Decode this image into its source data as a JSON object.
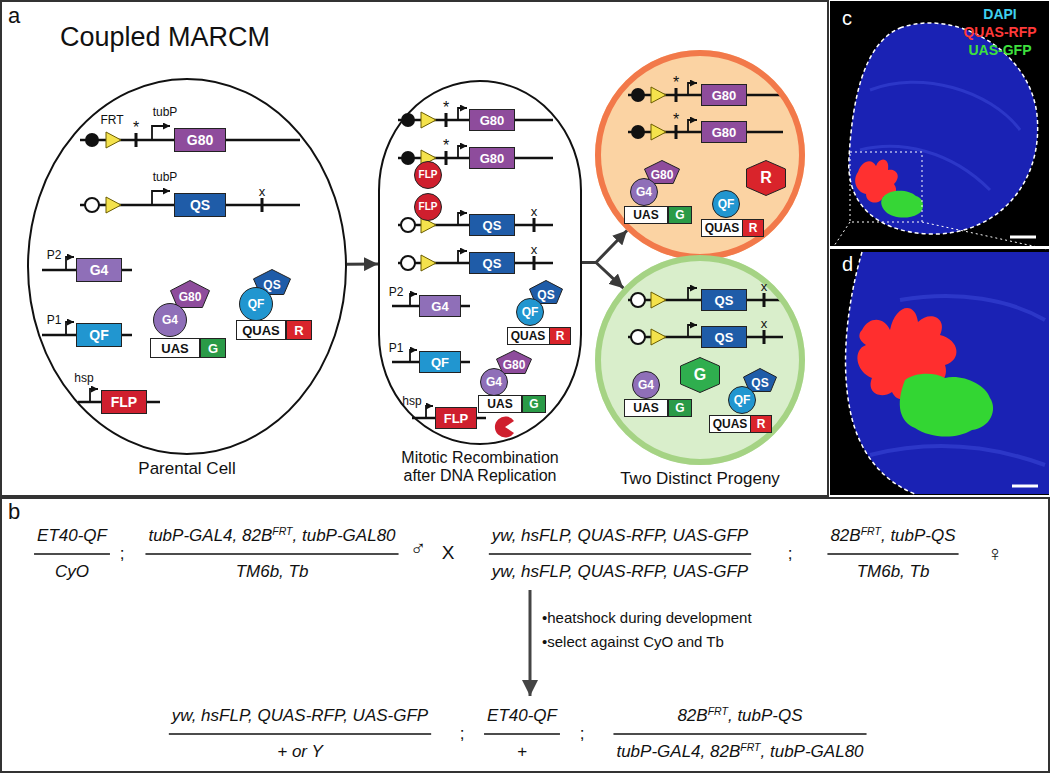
{
  "diagram": {
    "nodes": [
      {
        "text": [
          "Parental Cell"
        ]
      },
      {
        "text": [
          "G80"
        ],
        "in": 0
      },
      {
        "text": [
          "QS"
        ],
        "in": 0
      },
      {
        "text": [
          "G4"
        ],
        "in": 0
      },
      {
        "text": [
          "QF"
        ],
        "in": 0
      },
      {
        "text": [
          "FLP"
        ],
        "in": 0
      },
      {
        "text": [
          "G80"
        ],
        "in": 0
      },
      {
        "text": [
          "G4"
        ],
        "in": 0
      },
      {
        "text": [
          "UAS"
        ],
        "in": 0
      },
      {
        "text": [
          "G"
        ],
        "in": 0
      },
      {
        "text": [
          "QS"
        ],
        "in": 0
      },
      {
        "text": [
          "QF"
        ],
        "in": 0
      },
      {
        "text": [
          "QUAS"
        ],
        "in": 0
      },
      {
        "text": [
          "R"
        ],
        "in": 0
      },
      {
        "text": [
          "Mitotic Recombination after DNA Replication"
        ]
      },
      {
        "text": [
          "G80"
        ],
        "in": 14
      },
      {
        "text": [
          "G80"
        ],
        "in": 14
      },
      {
        "text": [
          "FLP"
        ],
        "in": 14
      },
      {
        "text": [
          "FLP"
        ],
        "in": 14
      },
      {
        "text": [
          "QS"
        ],
        "in": 14
      },
      {
        "text": [
          "QS"
        ],
        "in": 14
      },
      {
        "text": [
          "G4"
        ],
        "in": 14
      },
      {
        "text": [
          "QS"
        ],
        "in": 14
      },
      {
        "text": [
          "QF"
        ],
        "in": 14
      },
      {
        "text": [
          "QUAS"
        ],
        "in": 14
      },
      {
        "text": [
          "R"
        ],
        "in": 14
      },
      {
        "text": [
          "QF"
        ],
        "in": 14
      },
      {
        "text": [
          "G80"
        ],
        "in": 14
      },
      {
        "text": [
          "G4"
        ],
        "in": 14
      },
      {
        "text": [
          "UAS"
        ],
        "in": 14
      },
      {
        "text": [
          "G"
        ],
        "in": 14
      },
      {
        "text": [
          "FLP"
        ],
        "in": 14
      },
      {
        "text": []
      },
      {
        "text": [
          "G80"
        ],
        "in": 32
      },
      {
        "text": [
          "G80"
        ],
        "in": 32
      },
      {
        "text": [
          "G80"
        ],
        "in": 32
      },
      {
        "text": [
          "G4"
        ],
        "in": 32
      },
      {
        "text": [
          "UAS"
        ],
        "in": 32
      },
      {
        "text": [
          "G"
        ],
        "in": 32
      },
      {
        "text": [
          "R"
        ],
        "in": 32
      },
      {
        "text": [
          "QF"
        ],
        "in": 32
      },
      {
        "text": [
          "QUAS"
        ],
        "in": 32
      },
      {
        "text": [
          "R"
        ],
        "in": 32
      },
      {
        "text": [
          "Two Distinct Progeny"
        ]
      },
      {
        "text": [
          "QS"
        ],
        "in": 43
      },
      {
        "text": [
          "QS"
        ],
        "in": 43
      },
      {
        "text": [
          "G4"
        ],
        "in": 43
      },
      {
        "text": [
          "UAS"
        ],
        "in": 43
      },
      {
        "text": [
          "G"
        ],
        "in": 43
      },
      {
        "text": [
          "G"
        ],
        "in": 43
      },
      {
        "text": [
          "QS"
        ],
        "in": 43
      },
      {
        "text": [
          "QF"
        ],
        "in": 43
      },
      {
        "text": [
          "QUAS"
        ],
        "in": 43
      },
      {
        "text": [
          "R"
        ],
        "in": 43
      }
    ],
    "edges": [
      {
        "from": 0,
        "to": 14,
        "arrow": "to"
      },
      {
        "from": 14,
        "to": 32,
        "arrow": "to"
      },
      {
        "from": 14,
        "to": 43,
        "arrow": "to"
      }
    ],
    "labels": [
      "a",
      "Coupled MARCM",
      "FRT",
      "*",
      "tubP",
      "tubP",
      "x",
      "P2",
      "P1",
      "hsp",
      "*",
      "*",
      "x",
      "x",
      "P2",
      "P1",
      "hsp",
      "*",
      "*",
      "x",
      "x",
      "b",
      "ET40-QF",
      "CyO",
      ";",
      "tubP-GAL4, 82B",
      "FRT",
      ", tubP-GAL80",
      "TM6b, Tb",
      "♂",
      "X",
      "yw, hsFLP, QUAS-RFP, UAS-GFP",
      "yw, hsFLP, QUAS-RFP, UAS-GFP",
      ";",
      "82B",
      "FRT",
      ", tubP-QS",
      "TM6b, Tb",
      "♀",
      "•heatshock during development",
      "•select against CyO and Tb",
      "yw, hsFLP, QUAS-RFP, UAS-GFP",
      "+ or Y",
      ";",
      "ET40-QF",
      "+",
      ";",
      "82B",
      "FRT",
      ", tubP-QS",
      "tubP-GAL4, 82B",
      "FRT",
      ", tubP-GAL80",
      "c",
      "DAPI",
      "QUAS-RFP",
      "UAS-GFP",
      "d"
    ]
  }
}
